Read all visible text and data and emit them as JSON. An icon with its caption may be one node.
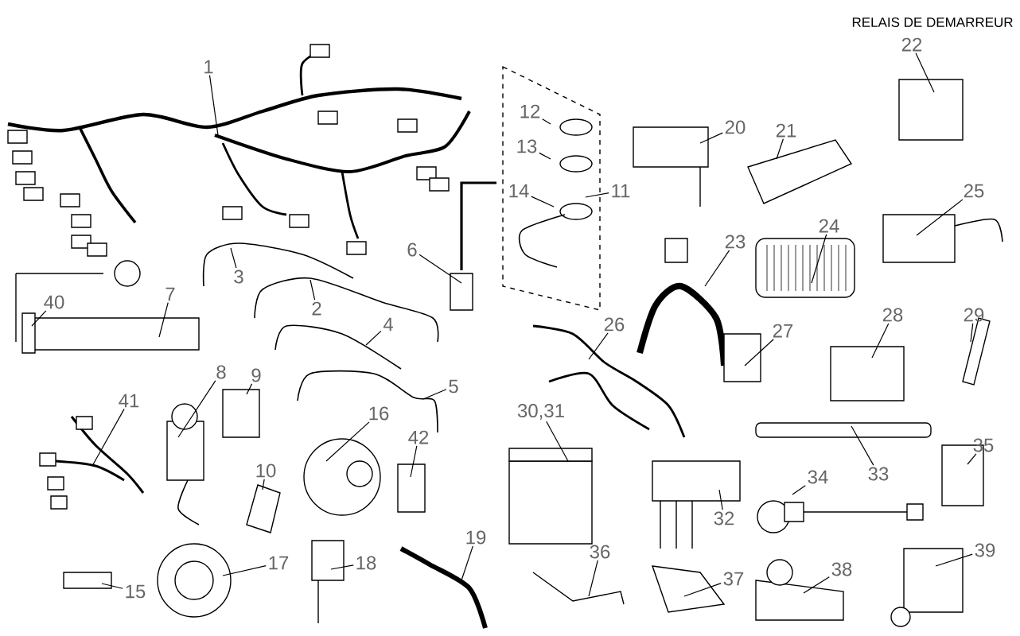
{
  "diagram": {
    "nodes": [
      {
        "text": [
          "1"
        ]
      },
      {
        "text": [
          "22"
        ]
      },
      {
        "text": [
          "12"
        ]
      },
      {
        "text": [
          "20"
        ]
      },
      {
        "text": [
          "21"
        ]
      },
      {
        "text": [
          "13"
        ]
      },
      {
        "text": [
          "14"
        ]
      },
      {
        "text": [
          "11"
        ]
      },
      {
        "text": [
          "25"
        ]
      },
      {
        "text": [
          "24"
        ]
      },
      {
        "text": [
          "23"
        ]
      },
      {
        "text": [
          "6"
        ]
      },
      {
        "text": [
          "3"
        ]
      },
      {
        "text": [
          "7"
        ]
      },
      {
        "text": [
          "40"
        ]
      },
      {
        "text": [
          "2"
        ]
      },
      {
        "text": [
          "28"
        ]
      },
      {
        "text": [
          "29"
        ]
      },
      {
        "text": [
          "4"
        ]
      },
      {
        "text": [
          "26"
        ]
      },
      {
        "text": [
          "27"
        ]
      },
      {
        "text": [
          "8"
        ]
      },
      {
        "text": [
          "9"
        ]
      },
      {
        "text": [
          "5"
        ]
      },
      {
        "text": [
          "41"
        ]
      },
      {
        "text": [
          "16"
        ]
      },
      {
        "text": [
          "30,31"
        ]
      },
      {
        "text": [
          "42"
        ]
      },
      {
        "text": [
          "35"
        ]
      },
      {
        "text": [
          "10"
        ]
      },
      {
        "text": [
          "33"
        ]
      },
      {
        "text": [
          "34"
        ]
      },
      {
        "text": [
          "32"
        ]
      },
      {
        "text": [
          "19"
        ]
      },
      {
        "text": [
          "36"
        ]
      },
      {
        "text": [
          "39"
        ]
      },
      {
        "text": [
          "17"
        ]
      },
      {
        "text": [
          "18"
        ]
      },
      {
        "text": [
          "38"
        ]
      },
      {
        "text": [
          "37"
        ]
      },
      {
        "text": [
          "15"
        ]
      }
    ],
    "edges": [
      {
        "from": 0,
        "to": null,
        "arrow": "none"
      },
      {
        "from": 1,
        "to": null,
        "arrow": "none"
      },
      {
        "from": 2,
        "to": null,
        "arrow": "none"
      },
      {
        "from": 3,
        "to": null,
        "arrow": "none"
      },
      {
        "from": 4,
        "to": null,
        "arrow": "none"
      },
      {
        "from": 5,
        "to": null,
        "arrow": "none"
      },
      {
        "from": 6,
        "to": null,
        "arrow": "none"
      },
      {
        "from": 7,
        "to": null,
        "arrow": "none"
      },
      {
        "from": 8,
        "to": null,
        "arrow": "none"
      },
      {
        "from": 9,
        "to": null,
        "arrow": "none"
      },
      {
        "from": 10,
        "to": null,
        "arrow": "none"
      },
      {
        "from": 11,
        "to": null,
        "arrow": "none"
      },
      {
        "from": 12,
        "to": null,
        "arrow": "none"
      },
      {
        "from": 13,
        "to": null,
        "arrow": "none"
      },
      {
        "from": 14,
        "to": null,
        "arrow": "none"
      },
      {
        "from": 15,
        "to": null,
        "arrow": "none"
      },
      {
        "from": 16,
        "to": null,
        "arrow": "none"
      },
      {
        "from": 17,
        "to": null,
        "arrow": "none"
      },
      {
        "from": 18,
        "to": null,
        "arrow": "none"
      },
      {
        "from": 19,
        "to": null,
        "arrow": "none"
      },
      {
        "from": 20,
        "to": null,
        "arrow": "none"
      },
      {
        "from": 21,
        "to": null,
        "arrow": "none"
      },
      {
        "from": 22,
        "to": null,
        "arrow": "none"
      },
      {
        "from": 23,
        "to": null,
        "arrow": "none"
      },
      {
        "from": 24,
        "to": null,
        "arrow": "none"
      },
      {
        "from": 25,
        "to": null,
        "arrow": "none"
      },
      {
        "from": 26,
        "to": null,
        "arrow": "none"
      },
      {
        "from": 27,
        "to": null,
        "arrow": "none"
      },
      {
        "from": 28,
        "to": null,
        "arrow": "none"
      },
      {
        "from": 29,
        "to": null,
        "arrow": "none"
      },
      {
        "from": 30,
        "to": null,
        "arrow": "none"
      },
      {
        "from": 31,
        "to": null,
        "arrow": "none"
      },
      {
        "from": 32,
        "to": null,
        "arrow": "none"
      },
      {
        "from": 33,
        "to": null,
        "arrow": "none"
      },
      {
        "from": 34,
        "to": null,
        "arrow": "none"
      },
      {
        "from": 35,
        "to": null,
        "arrow": "none"
      },
      {
        "from": 36,
        "to": null,
        "arrow": "none"
      },
      {
        "from": 37,
        "to": null,
        "arrow": "none"
      },
      {
        "from": 38,
        "to": null,
        "arrow": "none"
      },
      {
        "from": 39,
        "to": null,
        "arrow": "none"
      },
      {
        "from": 40,
        "to": null,
        "arrow": "none"
      }
    ],
    "labels": [
      "RELAIS DE DEMARREUR"
    ]
  }
}
